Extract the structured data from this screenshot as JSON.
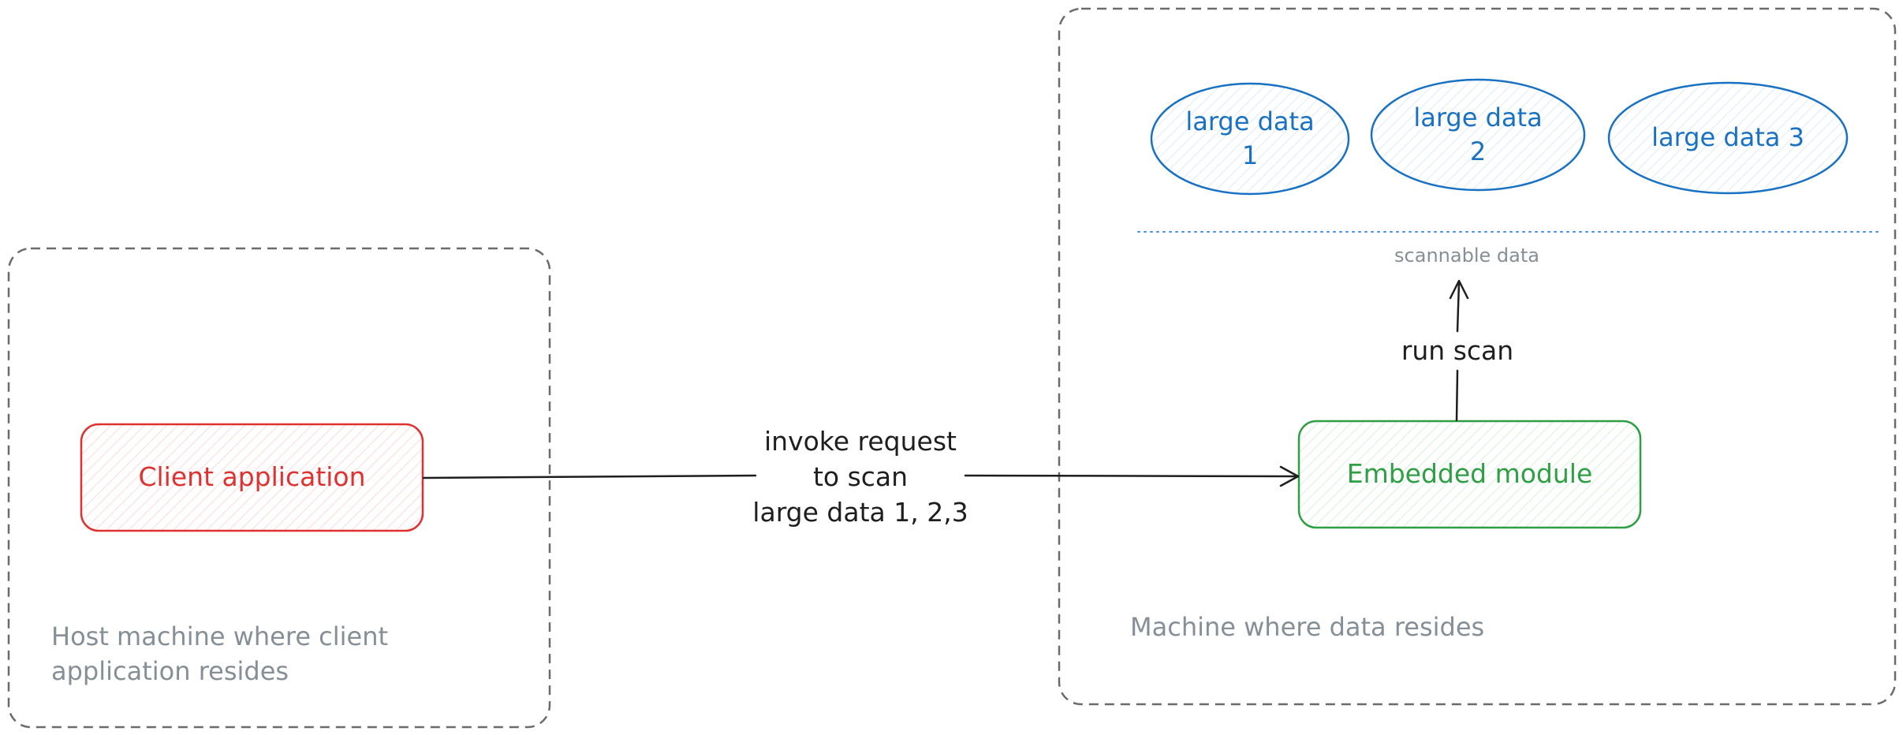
{
  "zones": {
    "host": "Host machine where client\napplication resides",
    "data_machine": "Machine where data resides"
  },
  "nodes": {
    "client": "Client application",
    "embedded": "Embedded module",
    "data1": "large data\n1",
    "data2": "large data\n2",
    "data3": "large data 3"
  },
  "edges": {
    "invoke": "invoke request\nto scan\nlarge data 1, 2,3",
    "run_scan": "run scan"
  },
  "divider_label": "scannable data",
  "colors": {
    "client": "#e03131",
    "embedded": "#2f9e44",
    "data": "#1971c2",
    "zone_border": "#6b6b6b",
    "zone_text": "#868e96",
    "edge": "#1e1e1e",
    "divider": "#4a90e2"
  }
}
